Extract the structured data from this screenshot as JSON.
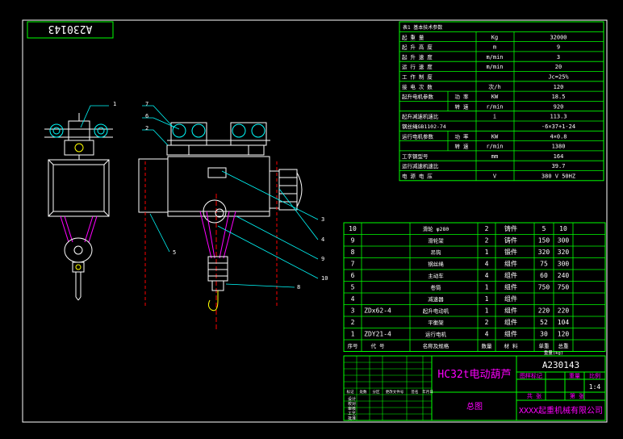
{
  "drawing_code": "A230143",
  "params_table": {
    "header": "表1 基本技术参数",
    "rows": [
      [
        "起 重 量",
        "",
        "Kg",
        "32000"
      ],
      [
        "起 升 高 度",
        "",
        "m",
        "9"
      ],
      [
        "起 升 速 度",
        "",
        "m/min",
        "3"
      ],
      [
        "运 行 速 度",
        "",
        "m/min",
        "20"
      ],
      [
        "工 作 制 度",
        "",
        "",
        "Jc=25%"
      ],
      [
        "接 电 次 数",
        "",
        "次/h",
        "120"
      ],
      [
        "起升电机参数",
        "功 率",
        "KW",
        "18.5"
      ],
      [
        "",
        "转 速",
        "r/min",
        "920"
      ],
      [
        "起升减速机速比",
        "",
        "i",
        "113.3"
      ],
      [
        "钢丝绳GB1102-74",
        "",
        "",
        "-6×37+1-24"
      ],
      [
        "运行电机参数",
        "功 率",
        "KW",
        "4×0.8"
      ],
      [
        "",
        "转 速",
        "r/min",
        "1380"
      ],
      [
        "工字钢型号",
        "",
        "mm",
        "164"
      ],
      [
        "运行减速机速比",
        "",
        "",
        "39.7"
      ],
      [
        "电 源 电 压",
        "",
        "V",
        "380 V    50HZ"
      ]
    ]
  },
  "bom_table": {
    "rows": [
      [
        "10",
        "",
        "滑轮 φ280",
        "2",
        "铸件",
        "5",
        "10"
      ],
      [
        "9",
        "",
        "滑轮架",
        "2",
        "铸件",
        "150",
        "300"
      ],
      [
        "8",
        "",
        "吊钩",
        "1",
        "锻件",
        "320",
        "320"
      ],
      [
        "7",
        "",
        "钢丝绳",
        "4",
        "组件",
        "75",
        "300"
      ],
      [
        "6",
        "",
        "主动车",
        "4",
        "组件",
        "60",
        "240"
      ],
      [
        "5",
        "",
        "卷筒",
        "1",
        "组件",
        "750",
        "750"
      ],
      [
        "4",
        "",
        "减速器",
        "1",
        "组件",
        "",
        ""
      ],
      [
        "3",
        "ZDx62-4",
        "起升电动机",
        "1",
        "组件",
        "220",
        "220"
      ],
      [
        "2",
        "",
        "平衡架",
        "2",
        "组件",
        "52",
        "104"
      ],
      [
        "1",
        "ZDY21-4",
        "运行电机",
        "4",
        "组件",
        "30",
        "120"
      ]
    ],
    "header": [
      "序号",
      "代 号",
      "名称及规格",
      "数量",
      "材 料",
      "单重",
      "总重"
    ],
    "weight_label": "重量(kg)"
  },
  "title_block": {
    "title": "HC32t电动葫芦",
    "drawing_no": "A230143",
    "subtitle": "总图",
    "company": "XXXX起重机械有限公司",
    "stage_label": "图样标记",
    "weight_label": "重量",
    "scale_label": "比例",
    "scale": "1:4",
    "sheet_label": "共  张",
    "sheet_label2": "第  张",
    "left_labels": [
      "标记",
      "处数",
      "分区",
      "更改文件号",
      "签名",
      "年月日"
    ],
    "sign_rows": [
      "设计",
      "校对",
      "审核",
      "工艺",
      "批准"
    ]
  },
  "callouts": [
    "1",
    "2",
    "3",
    "4",
    "5",
    "6",
    "7",
    "8",
    "9",
    "10"
  ],
  "colors": {
    "background": "#000000",
    "border": "#ffffff",
    "tables": "#00ff00",
    "text_white": "#ffffff",
    "title": "#ff00ff",
    "drawing": "#ffffff",
    "leader": "#00ffff",
    "hidden": "#ff0000"
  }
}
